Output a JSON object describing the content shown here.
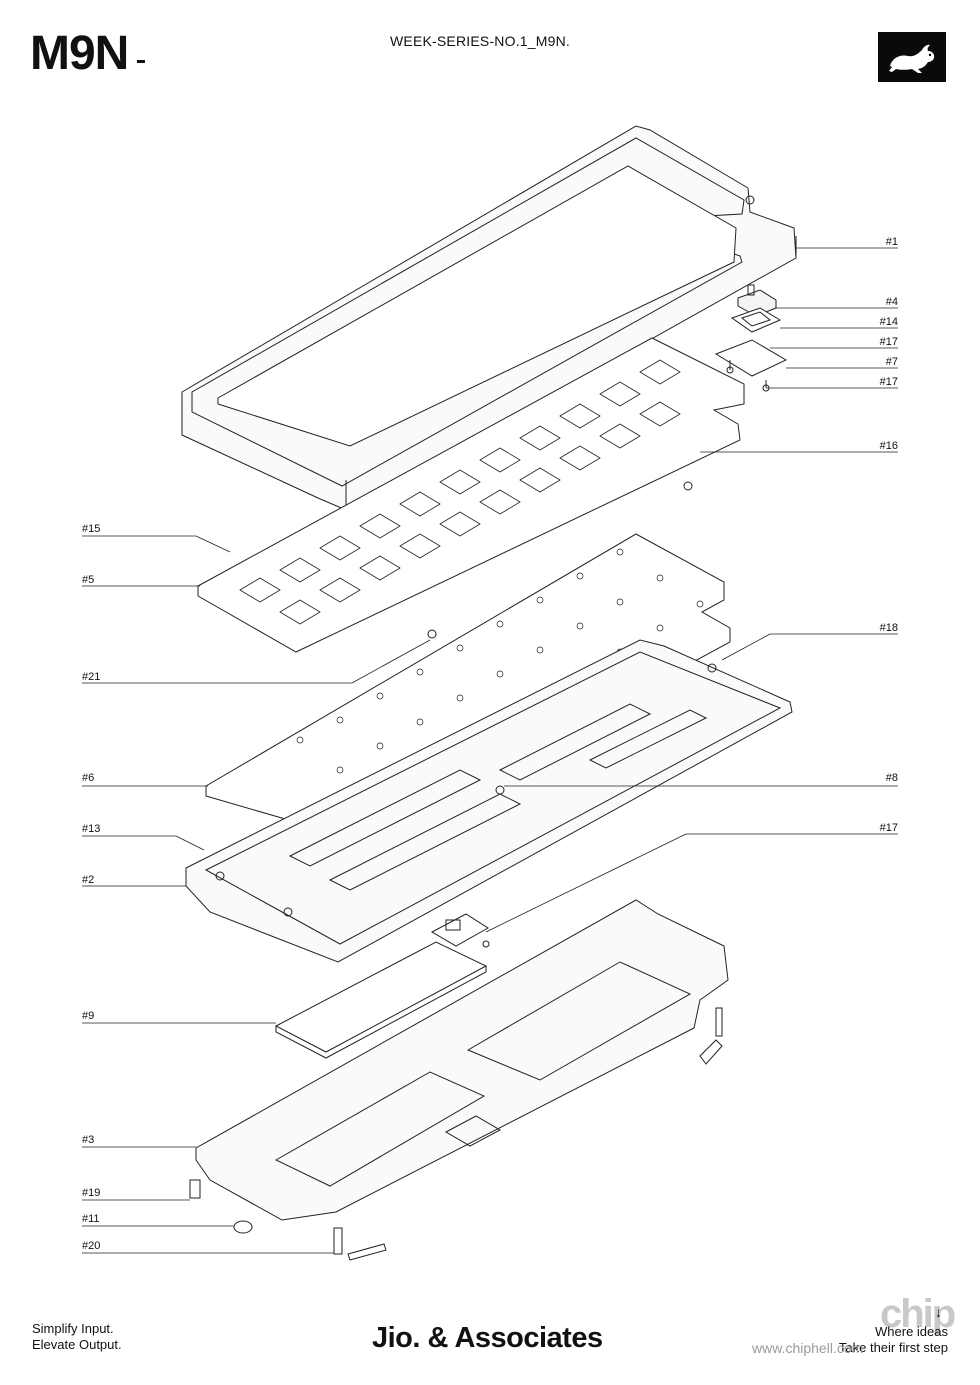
{
  "header": {
    "brand": "M9N",
    "series": "WEEK-SERIES-NO.1_M9N.",
    "logo_icon": "rabbit-icon"
  },
  "callouts": {
    "right": [
      "#1",
      "#4",
      "#14",
      "#17",
      "#7",
      "#17",
      "#16",
      "#18",
      "#8",
      "#17"
    ],
    "left": [
      "#15",
      "#5",
      "#21",
      "#6",
      "#13",
      "#2",
      "#9",
      "#3",
      "#19",
      "#11",
      "#20"
    ]
  },
  "footer": {
    "slogan_left_1": "Simplify Input.",
    "slogan_left_2": "Elevate Output.",
    "studio": "Jio. & Associates",
    "slogan_right_1": "Where ideas",
    "slogan_right_2": "Take their first step",
    "arrow": "↓",
    "watermark": "www.chiphell.com",
    "watermark_logo": "chip"
  },
  "colors": {
    "ink": "#111111",
    "accent_bg": "#0a0a0a",
    "watermark": "#9a9a9a"
  }
}
